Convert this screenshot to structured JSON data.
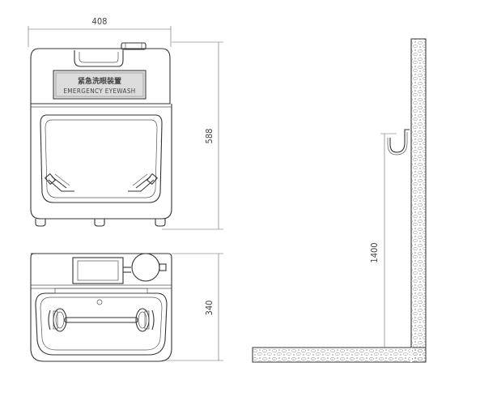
{
  "labels": {
    "sign_cn": "紧急洗眼装置",
    "sign_en": "EMERGENCY EYEWASH"
  },
  "dimensions": {
    "width": "408",
    "height": "588",
    "depth": "340",
    "mount_height": "1400"
  },
  "colors": {
    "line": "#333333",
    "dimension": "#666666",
    "sign_fill": "#dcdcdc",
    "wall_hatch": "#888888"
  }
}
